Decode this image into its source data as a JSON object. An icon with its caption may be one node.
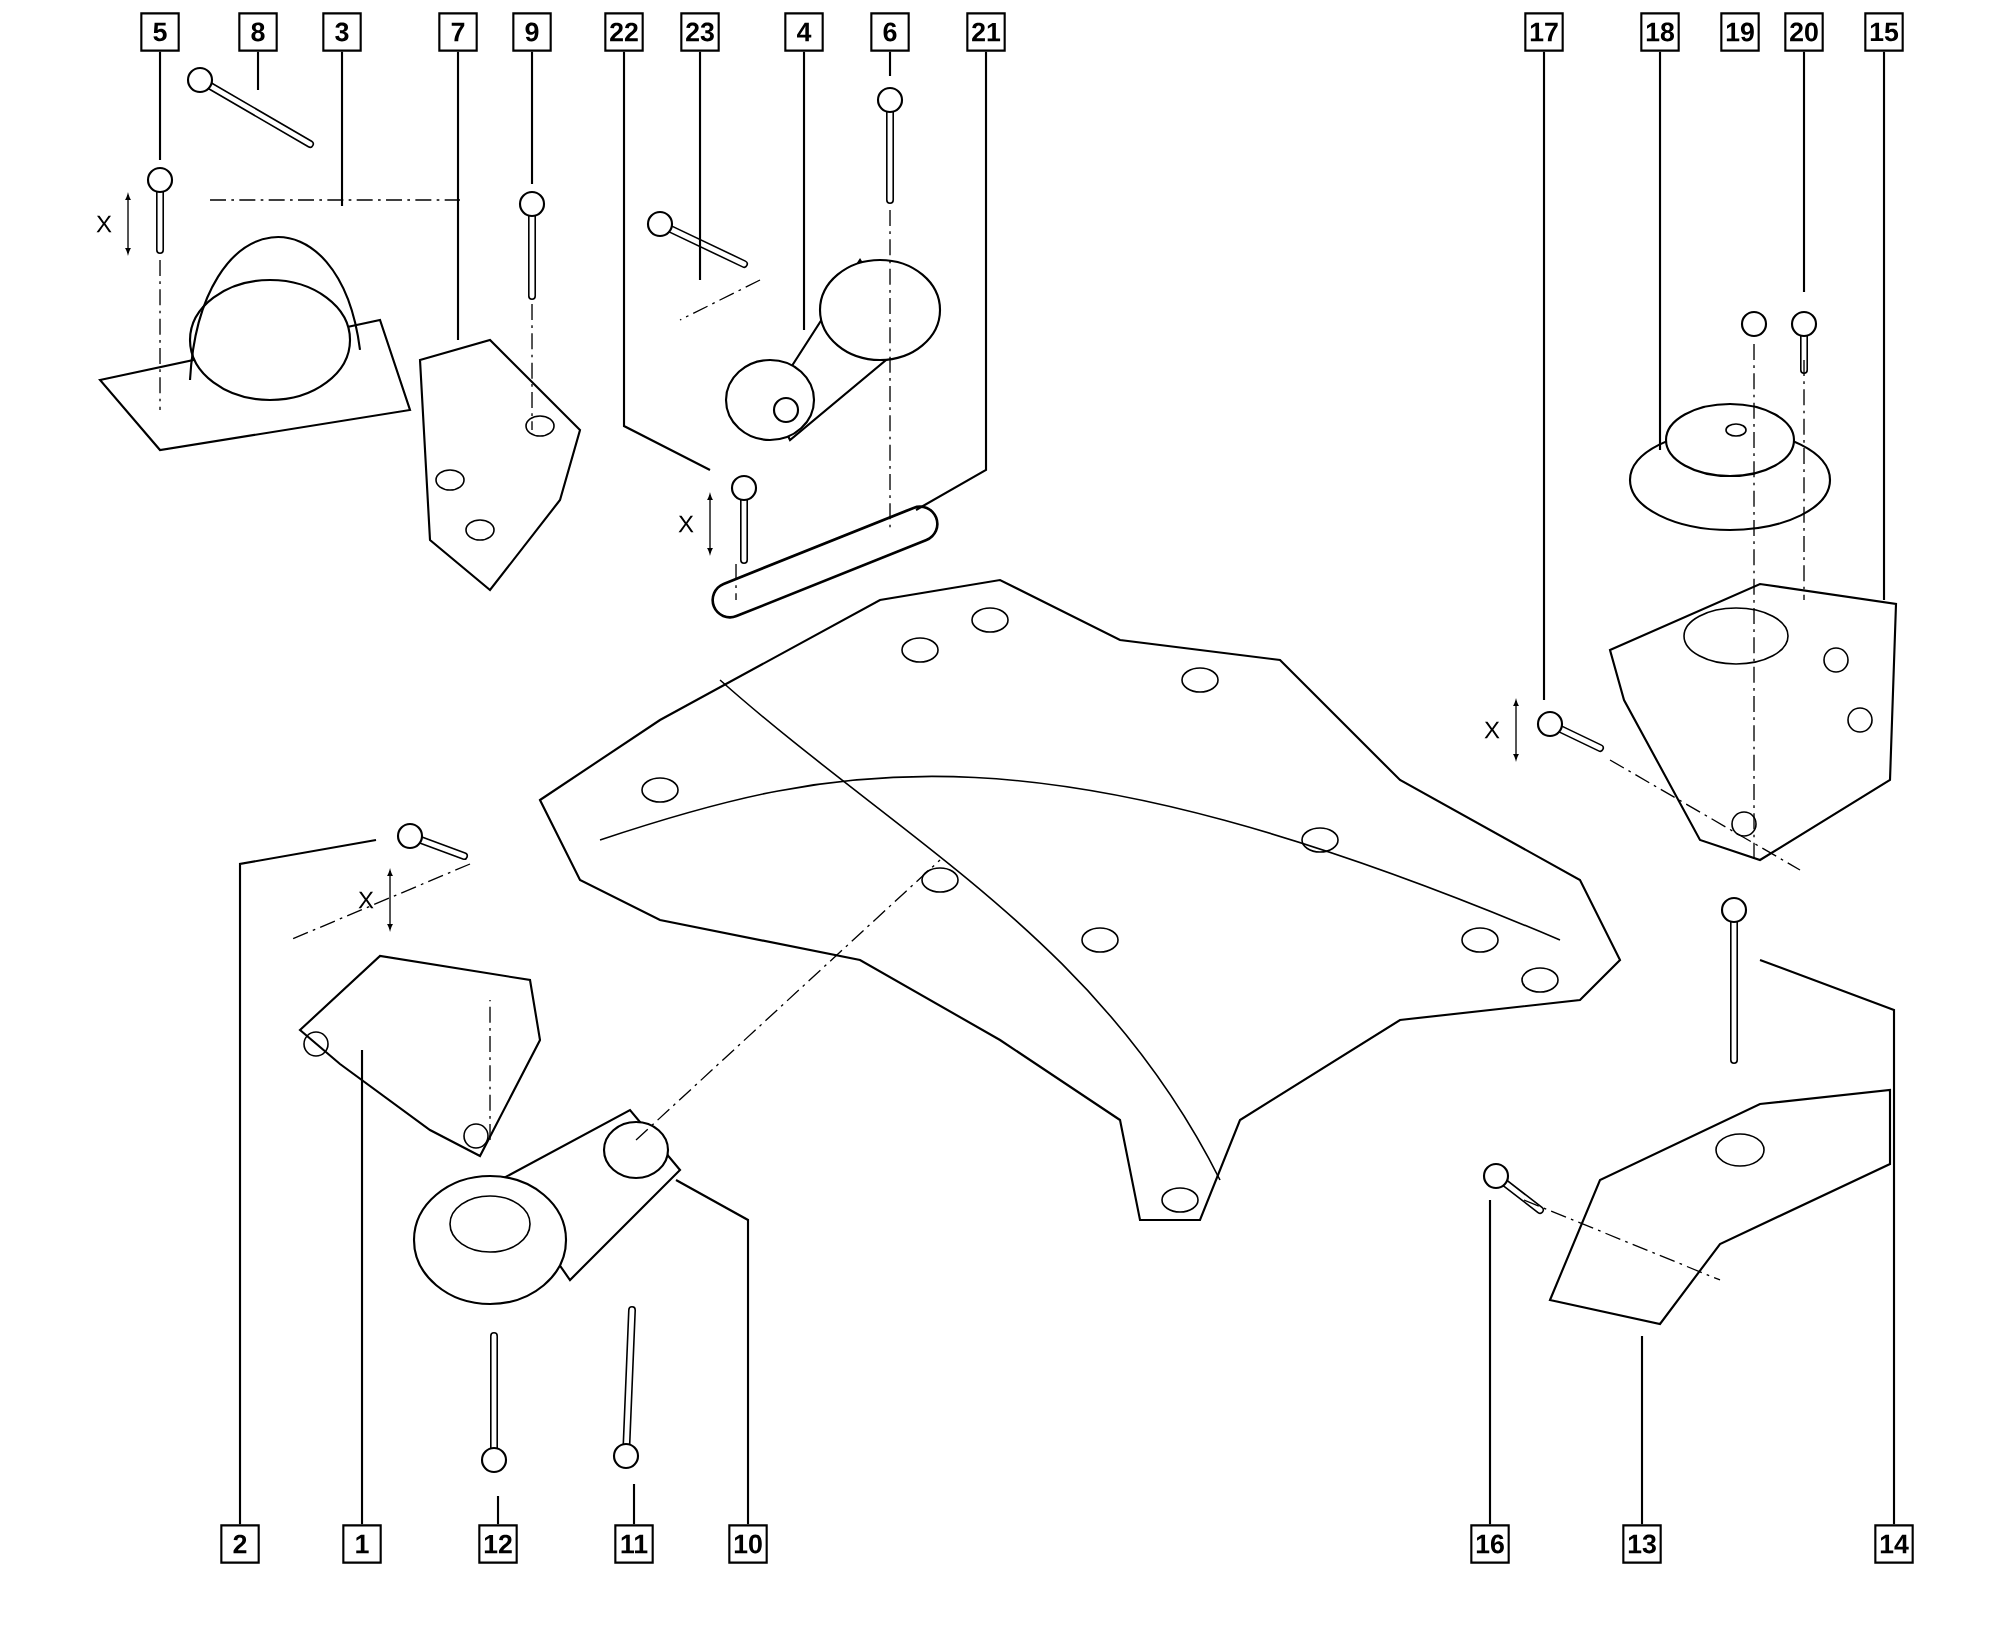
{
  "diagram": {
    "nodes": [
      {
        "text": [
          "5"
        ]
      },
      {
        "text": [
          "8"
        ]
      },
      {
        "text": [
          "3"
        ]
      },
      {
        "text": [
          "7"
        ]
      },
      {
        "text": [
          "9"
        ]
      },
      {
        "text": [
          "22"
        ]
      },
      {
        "text": [
          "23"
        ]
      },
      {
        "text": [
          "4"
        ]
      },
      {
        "text": [
          "6"
        ]
      },
      {
        "text": [
          "21"
        ]
      },
      {
        "text": [
          "17"
        ]
      },
      {
        "text": [
          "18"
        ]
      },
      {
        "text": [
          "19"
        ]
      },
      {
        "text": [
          "20"
        ]
      },
      {
        "text": [
          "15"
        ]
      },
      {
        "text": [
          "2"
        ]
      },
      {
        "text": [
          "1"
        ]
      },
      {
        "text": [
          "12"
        ]
      },
      {
        "text": [
          "11"
        ]
      },
      {
        "text": [
          "10"
        ]
      },
      {
        "text": [
          "16"
        ]
      },
      {
        "text": [
          "13"
        ]
      },
      {
        "text": [
          "14"
        ]
      }
    ],
    "edges": [
      {
        "from": 0,
        "to": null,
        "arrow": "none"
      },
      {
        "from": 1,
        "to": null,
        "arrow": "none"
      },
      {
        "from": 2,
        "to": null,
        "arrow": "none"
      },
      {
        "from": 3,
        "to": null,
        "arrow": "none"
      },
      {
        "from": 4,
        "to": null,
        "arrow": "none"
      },
      {
        "from": 5,
        "to": null,
        "arrow": "none"
      },
      {
        "from": 6,
        "to": null,
        "arrow": "none"
      },
      {
        "from": 7,
        "to": null,
        "arrow": "none"
      },
      {
        "from": 8,
        "to": null,
        "arrow": "none"
      },
      {
        "from": 9,
        "to": null,
        "arrow": "none"
      },
      {
        "from": 10,
        "to": null,
        "arrow": "none"
      },
      {
        "from": 11,
        "to": null,
        "arrow": "none"
      },
      {
        "from": 13,
        "to": null,
        "arrow": "none"
      },
      {
        "from": 14,
        "to": null,
        "arrow": "none"
      },
      {
        "from": 15,
        "to": null,
        "arrow": "none"
      },
      {
        "from": 16,
        "to": null,
        "arrow": "none"
      },
      {
        "from": 17,
        "to": null,
        "arrow": "none"
      },
      {
        "from": 18,
        "to": null,
        "arrow": "none"
      },
      {
        "from": 19,
        "to": null,
        "arrow": "none"
      },
      {
        "from": 20,
        "to": null,
        "arrow": "none"
      },
      {
        "from": 21,
        "to": null,
        "arrow": "none"
      },
      {
        "from": 22,
        "to": null,
        "arrow": "none"
      }
    ],
    "labels": [
      "X",
      "X",
      "X",
      "X"
    ]
  }
}
